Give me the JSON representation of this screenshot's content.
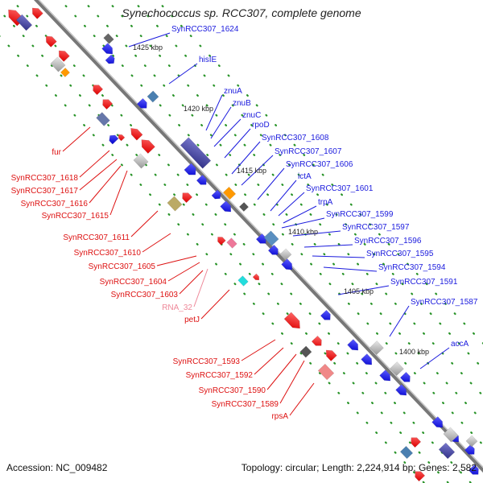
{
  "title": "Synechococcus sp. RCC307, complete genome",
  "footer": {
    "accession": "Accession: NC_009482",
    "summary": "Topology: circular; Length: 2,224,914 bp; Genes: 2,582"
  },
  "ticks": [
    "1425 kbp",
    "1420 kbp",
    "1415 kbp",
    "1410 kbp",
    "1405 kbp",
    "1400 kbp"
  ],
  "colors": {
    "forward_genes": "#1010ee",
    "reverse_genes": "#ee1111",
    "rna": "#ee8899",
    "backbone": "#888888",
    "gridline": "#118811"
  },
  "labels_right": [
    "SynRCC307_1624",
    "hisIE",
    "znuA",
    "znuB",
    "znuC",
    "rpoD",
    "SynRCC307_1608",
    "SynRCC307_1607",
    "SynRCC307_1606",
    "ictA",
    "SynRCC307_1601",
    "trpA",
    "SynRCC307_1599",
    "SynRCC307_1597",
    "SynRCC307_1596",
    "SynRCC307_1595",
    "SynRCC307_1594",
    "SynRCC307_1591",
    "SynRCC307_1587",
    "accA"
  ],
  "labels_left": [
    "fur",
    "SynRCC307_1618",
    "SynRCC307_1617",
    "SynRCC307_1616",
    "SynRCC307_1615",
    "SynRCC307_1611",
    "SynRCC307_1610",
    "SynRCC307_1605",
    "SynRCC307_1604",
    "SynRCC307_1603",
    "RNA_32",
    "petJ",
    "SynRCC307_1593",
    "SynRCC307_1592",
    "SynRCC307_1590",
    "SynRCC307_1589",
    "rpsA"
  ]
}
